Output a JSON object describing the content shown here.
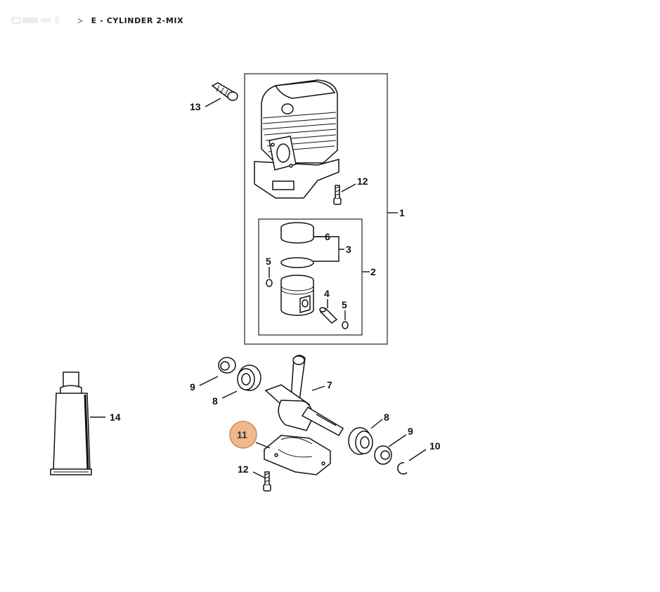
{
  "breadcrumb": {
    "current": "E - CYLINDER 2-MIX",
    "separator": ">"
  },
  "diagram": {
    "highlight_color": "#f0b98c",
    "highlight_border": "#c98a5a",
    "callouts": [
      {
        "number": "1"
      },
      {
        "number": "2"
      },
      {
        "number": "3"
      },
      {
        "number": "4"
      },
      {
        "number": "5"
      },
      {
        "number": "5"
      },
      {
        "number": "6"
      },
      {
        "number": "7"
      },
      {
        "number": "8"
      },
      {
        "number": "8"
      },
      {
        "number": "9"
      },
      {
        "number": "9"
      },
      {
        "number": "10"
      },
      {
        "number": "11"
      },
      {
        "number": "12"
      },
      {
        "number": "12"
      },
      {
        "number": "13"
      },
      {
        "number": "14"
      }
    ]
  }
}
